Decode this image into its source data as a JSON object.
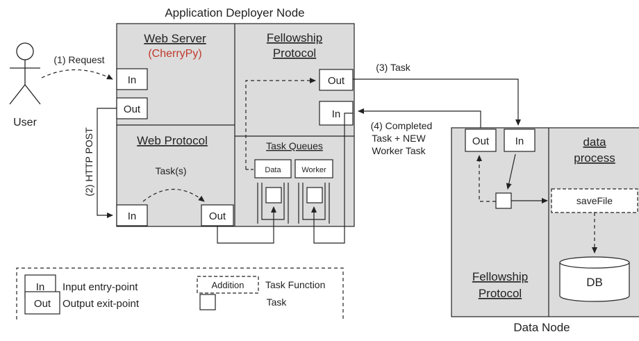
{
  "colors": {
    "region_fill": "#dcdcdc",
    "stroke": "#222222",
    "highlight_text": "#c0392b",
    "box_fill": "#ffffff"
  },
  "app_node": {
    "title": "Application Deployer Node",
    "web_server": {
      "title": "Web Server",
      "subtitle": "(CherryPy)",
      "in_label": "In",
      "out_label": "Out"
    },
    "fellowship_protocol": {
      "title_line1": "Fellowship",
      "title_line2": "Protocol",
      "out_label": "Out",
      "in_label": "In"
    },
    "web_protocol": {
      "title": "Web Protocol",
      "in_label": "In",
      "out_label": "Out",
      "tasks_label": "Task(s)"
    },
    "task_queues": {
      "title": "Task Queues",
      "data_label": "Data",
      "worker_label": "Worker"
    }
  },
  "user": {
    "label": "User",
    "icon": "stick-figure-icon"
  },
  "edges": {
    "request": "(1) Request",
    "http_post": "(2) HTTP POST",
    "task": "(3) Task",
    "completed_line1": "(4) Completed",
    "completed_line2": "Task + NEW",
    "completed_line3": "Worker Task"
  },
  "data_node": {
    "title": "Data Node",
    "out_label": "Out",
    "in_label": "In",
    "data_process_line1": "data",
    "data_process_line2": "process",
    "save_file": "saveFile",
    "db_label": "DB",
    "fellowship_line1": "Fellowship",
    "fellowship_line2": "Protocol"
  },
  "legend": {
    "in_box": "In",
    "in_desc": "Input entry-point",
    "out_box": "Out",
    "out_desc": "Output exit-point",
    "addition_box": "Addition",
    "function_desc": "Task Function",
    "task_desc": "Task"
  }
}
